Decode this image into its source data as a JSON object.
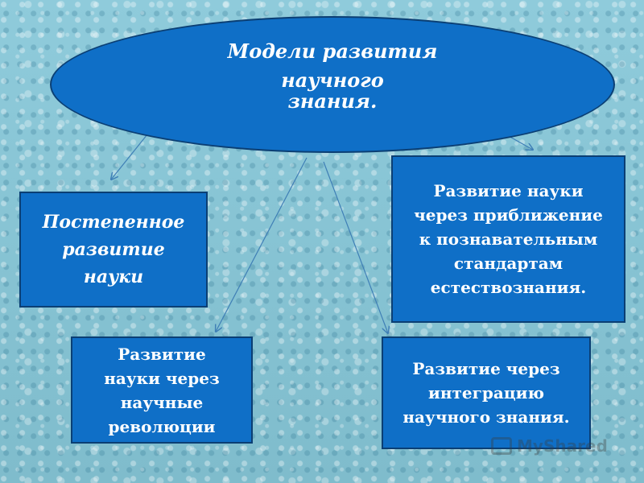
{
  "diagram": {
    "title_lines": [
      "Модели развития научного",
      "знания."
    ],
    "nodes": [
      {
        "id": "gradual",
        "lines": [
          "Постепенное",
          "развитие",
          "науки"
        ]
      },
      {
        "id": "standards",
        "lines": [
          "Развитие науки",
          "через приближение",
          "к познавательным",
          "стандартам",
          "естествознания."
        ]
      },
      {
        "id": "revolutions",
        "lines": [
          "Развитие",
          "науки через",
          "научные",
          "революции"
        ]
      },
      {
        "id": "integration",
        "lines": [
          "Развитие через",
          "интеграцию",
          "научного знания."
        ]
      }
    ],
    "edges": [
      {
        "from": "title",
        "to": "gradual"
      },
      {
        "from": "title",
        "to": "standards"
      },
      {
        "from": "title",
        "to": "revolutions"
      },
      {
        "from": "title",
        "to": "integration"
      }
    ],
    "colors": {
      "node_fill": "#0f6fc7",
      "node_border": "#0b3f74",
      "text": "#ffffff",
      "arrow": "#3f7fb6",
      "background": "#86c3d3"
    }
  },
  "watermark": {
    "text": "MyShared",
    "icon": "presentation-board-icon"
  }
}
